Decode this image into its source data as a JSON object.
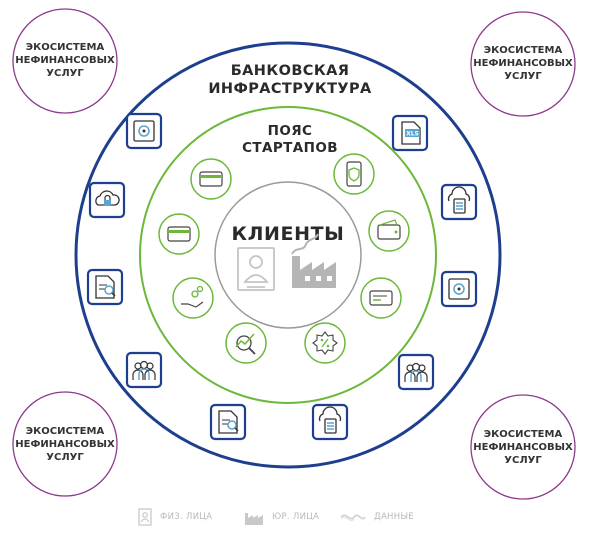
{
  "ecosystems": [
    {
      "lines": [
        "ЭКОСИСТЕМА",
        "НЕФИНАНСОВЫХ",
        "УСЛУГ"
      ]
    },
    {
      "lines": [
        "ЭКОСИСТЕМА",
        "НЕФИНАНСОВЫХ",
        "УСЛУГ"
      ]
    },
    {
      "lines": [
        "ЭКОСИСТЕМА",
        "НЕФИНАНСОВЫХ",
        "УСЛУГ"
      ]
    },
    {
      "lines": [
        "ЭКОСИСТЕМА",
        "НЕФИНАНСОВЫХ",
        "УСЛУГ"
      ]
    }
  ],
  "bank_ring": {
    "title_lines": [
      "БАНКОВСКАЯ",
      "ИНФРАСТРУКТУРА"
    ]
  },
  "startup_ring": {
    "title_lines": [
      "ПОЯС",
      "СТАРТАПОВ"
    ]
  },
  "clients": {
    "title": "КЛИЕНТЫ"
  },
  "file_badge": "XLS",
  "bank_icons": [
    "safe-icon",
    "file-xls-icon",
    "cloud-lock-icon",
    "cloud-database-icon",
    "document-search-icon",
    "safe-icon",
    "people-icon",
    "people-icon",
    "document-search-icon",
    "cloud-database-icon"
  ],
  "startup_icons": [
    "card-icon",
    "phone-shield-icon",
    "card-icon",
    "wallet-icon",
    "hand-coins-icon",
    "card-icon",
    "chart-search-icon",
    "discount-badge-icon"
  ],
  "legend": {
    "individuals": "ФИЗ. ЛИЦА",
    "legal": "ЮР. ЛИЦА",
    "data": "ДАННЫЕ"
  },
  "colors": {
    "ecosystem_ring": "#8e3a8c",
    "bank_ring": "#1e3f8f",
    "startup_ring": "#6bb83a",
    "clients_ring": "#9a9a9a",
    "legend_text": "#b8b8b8"
  }
}
